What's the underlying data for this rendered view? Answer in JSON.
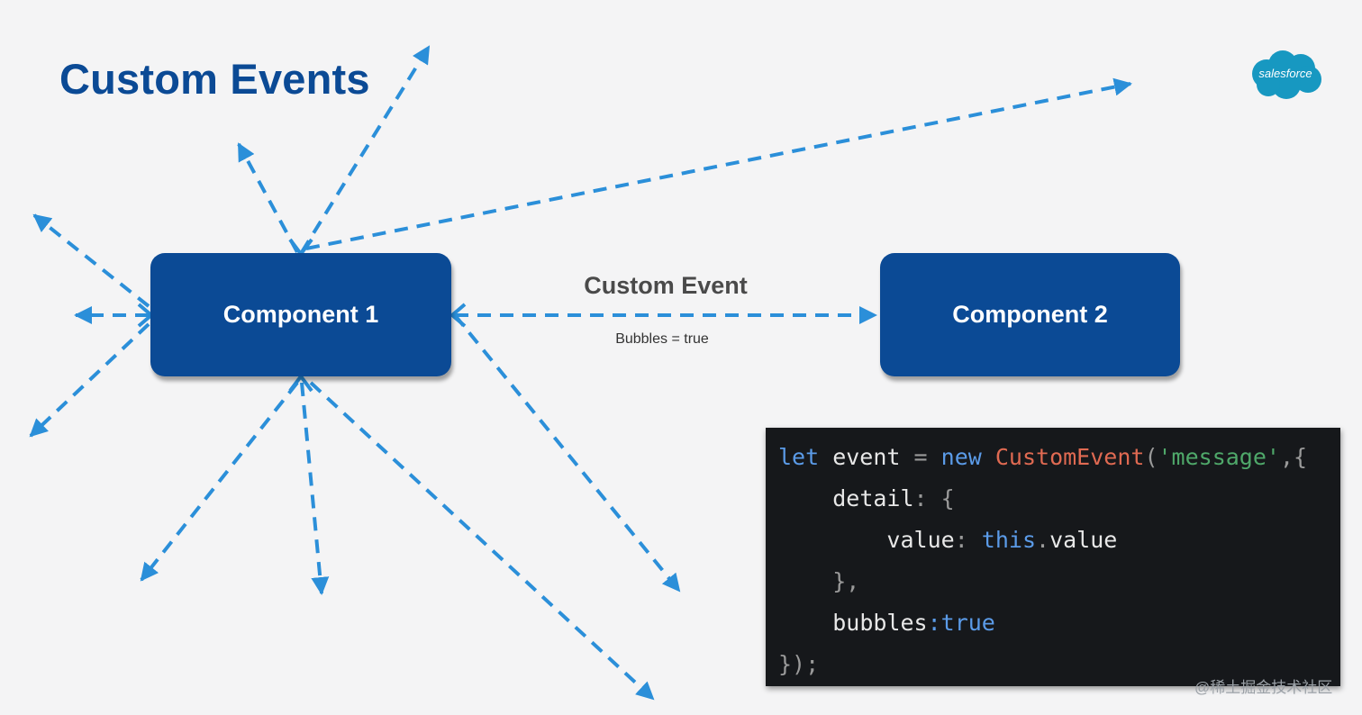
{
  "title": "Custom Events",
  "logo": {
    "text": "salesforce",
    "color": "#1798c1"
  },
  "nodes": {
    "component1": "Component 1",
    "component2": "Component 2"
  },
  "edge": {
    "label": "Custom Event",
    "sublabel": "Bubbles = true"
  },
  "code": {
    "l1": {
      "k1": "let",
      "t1": " event ",
      "p1": "=",
      "k2": "new",
      "cls": "CustomEvent",
      "p2": "(",
      "str": "'message'",
      "p3": ",{"
    },
    "l2": {
      "indent": "    ",
      "t1": "detail",
      "p1": ": {"
    },
    "l3": {
      "indent": "        ",
      "t1": "value",
      "p1": ": ",
      "kw": "this",
      "p2": ".",
      "t2": "value"
    },
    "l4": {
      "indent": "    ",
      "p1": "},"
    },
    "l5": {
      "indent": "    ",
      "t1": "bubbles",
      "p1": ":",
      "kw": "true"
    },
    "l6": {
      "p1": "});"
    }
  },
  "watermark": "@稀土掘金技术社区",
  "colors": {
    "box": "#0b4a95",
    "arrow": "#2b8fd9",
    "title": "#0b4a95"
  }
}
